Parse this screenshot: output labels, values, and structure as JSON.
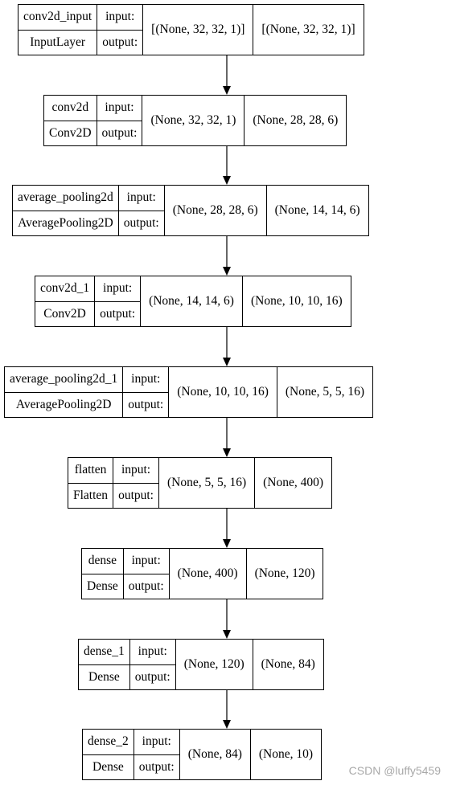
{
  "io_labels": {
    "input": "input:",
    "output": "output:"
  },
  "nodes": [
    {
      "name": "conv2d_input",
      "class_name": "InputLayer",
      "input_shape": "[(None, 32, 32, 1)]",
      "output_shape": "[(None, 32, 32, 1)]"
    },
    {
      "name": "conv2d",
      "class_name": "Conv2D",
      "input_shape": "(None, 32, 32, 1)",
      "output_shape": "(None, 28, 28, 6)"
    },
    {
      "name": "average_pooling2d",
      "class_name": "AveragePooling2D",
      "input_shape": "(None, 28, 28, 6)",
      "output_shape": "(None, 14, 14, 6)"
    },
    {
      "name": "conv2d_1",
      "class_name": "Conv2D",
      "input_shape": "(None, 14, 14, 6)",
      "output_shape": "(None, 10, 10, 16)"
    },
    {
      "name": "average_pooling2d_1",
      "class_name": "AveragePooling2D",
      "input_shape": "(None, 10, 10, 16)",
      "output_shape": "(None, 5, 5, 16)"
    },
    {
      "name": "flatten",
      "class_name": "Flatten",
      "input_shape": "(None, 5, 5, 16)",
      "output_shape": "(None, 400)"
    },
    {
      "name": "dense",
      "class_name": "Dense",
      "input_shape": "(None, 400)",
      "output_shape": "(None, 120)"
    },
    {
      "name": "dense_1",
      "class_name": "Dense",
      "input_shape": "(None, 120)",
      "output_shape": "(None, 84)"
    },
    {
      "name": "dense_2",
      "class_name": "Dense",
      "input_shape": "(None, 84)",
      "output_shape": "(None, 10)"
    }
  ],
  "edges": [
    [
      0,
      1
    ],
    [
      1,
      2
    ],
    [
      2,
      3
    ],
    [
      3,
      4
    ],
    [
      4,
      5
    ],
    [
      5,
      6
    ],
    [
      6,
      7
    ],
    [
      7,
      8
    ]
  ],
  "watermark": "CSDN @luffy5459"
}
